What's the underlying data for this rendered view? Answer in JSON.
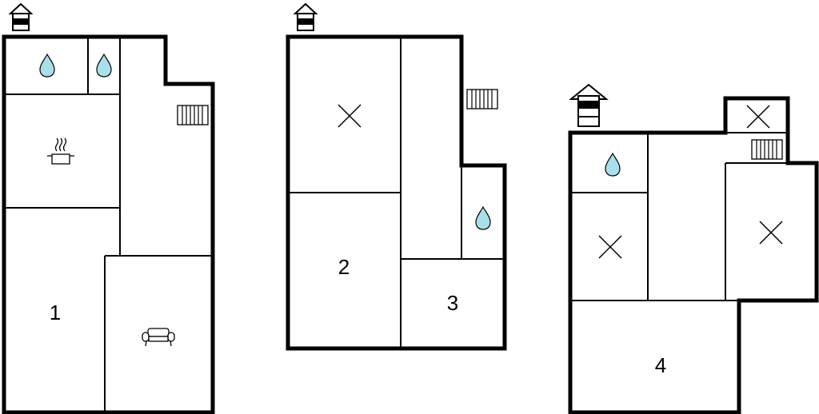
{
  "floors": [
    {
      "id": "floor-1",
      "room_numbers": [
        "1"
      ],
      "icons": [
        "house-icon",
        "water-drop-icon",
        "water-drop-icon",
        "radiator-icon",
        "cooking-pot-icon",
        "sofa-icon"
      ]
    },
    {
      "id": "floor-2",
      "room_numbers": [
        "2",
        "3"
      ],
      "icons": [
        "house-icon",
        "bed-cross-icon",
        "radiator-icon",
        "water-drop-icon"
      ]
    },
    {
      "id": "floor-3",
      "room_numbers": [
        "4"
      ],
      "icons": [
        "house-icon",
        "bed-cross-icon",
        "radiator-icon",
        "water-drop-icon",
        "bed-cross-icon",
        "bed-cross-icon"
      ]
    }
  ],
  "colors": {
    "walls": "#000000",
    "water_drop": "#a8dfe8",
    "background": "#ffffff"
  }
}
